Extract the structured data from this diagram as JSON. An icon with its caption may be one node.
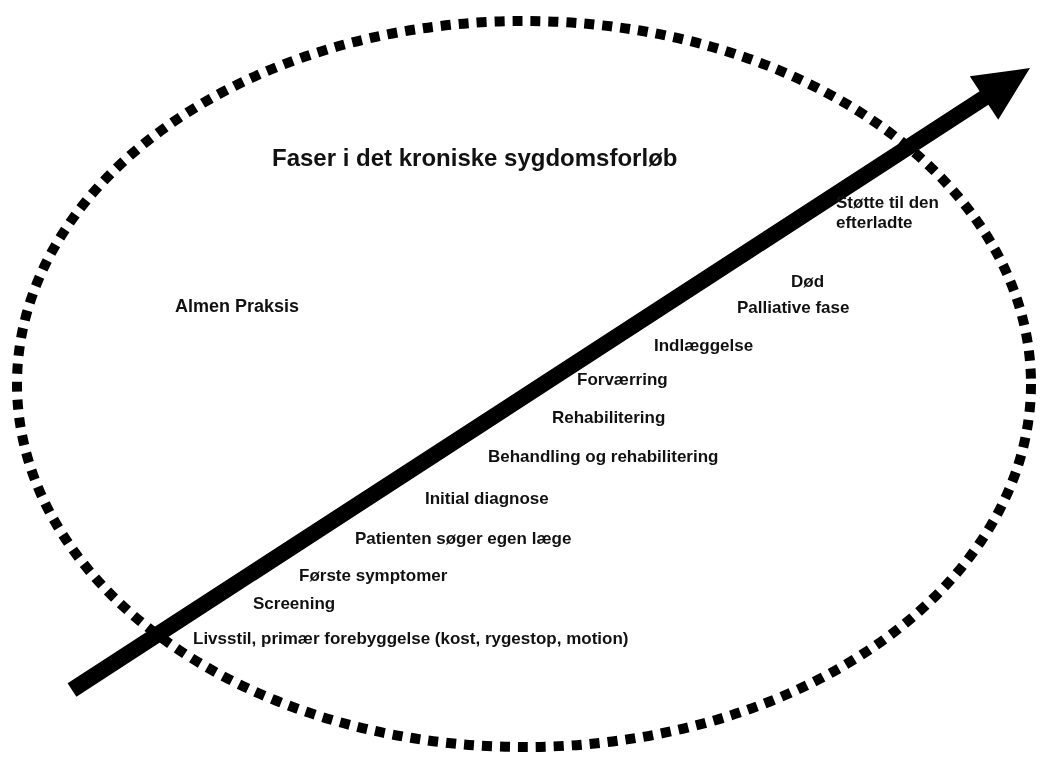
{
  "diagram": {
    "nodes": [
      {
        "text": [
          "Faser i det kroniske sygdomsforløb",
          "Almen Praksis"
        ]
      }
    ],
    "labels": [
      "Støtte til den efterladte",
      "Død",
      "Palliative fase",
      "Indlæggelse",
      "Forværring",
      "Rehabilitering",
      "Behandling og rehabilitering",
      "Initial diagnose",
      "Patienten søger egen læge",
      "Første symptomer",
      "Screening",
      "Livsstil, primær forebyggelse (kost, rygestop, motion)"
    ]
  }
}
